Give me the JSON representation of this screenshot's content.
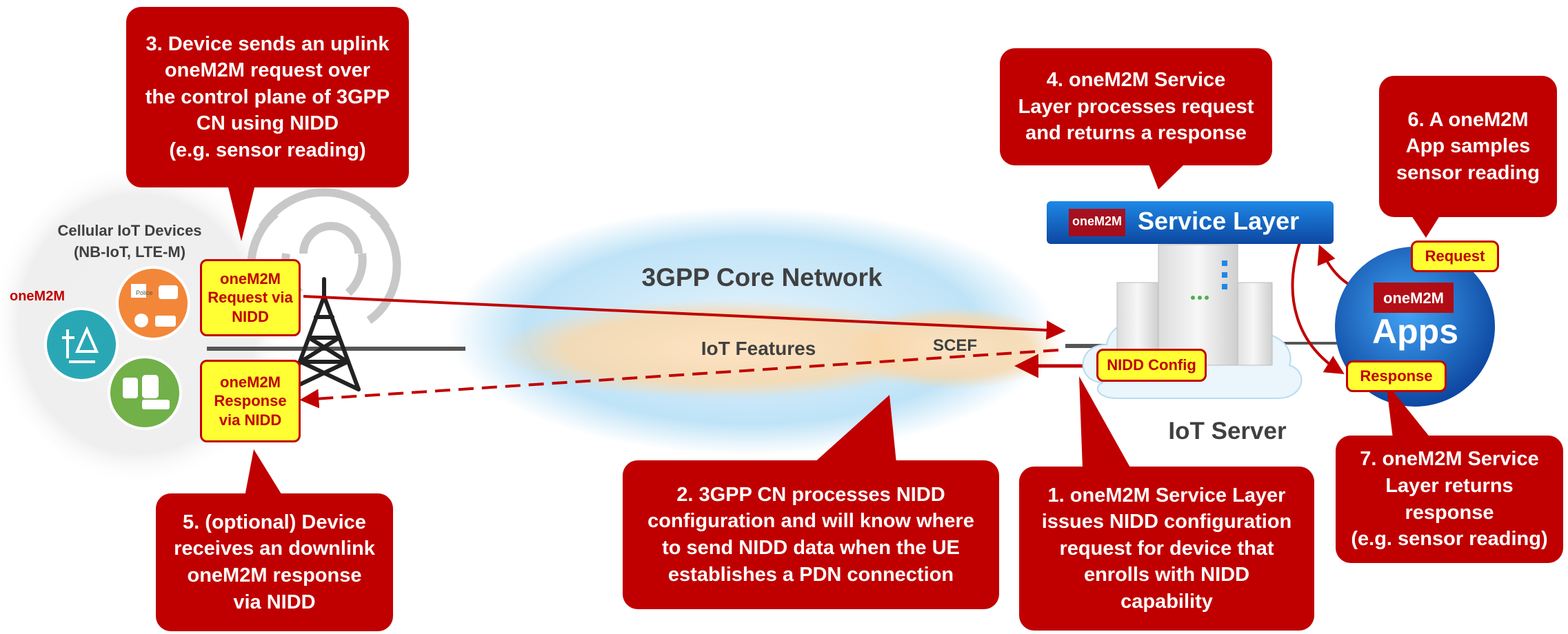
{
  "callouts": {
    "step3": "3. Device sends an uplink\noneM2M request over\nthe control plane of 3GPP\nCN using NIDD\n(e.g. sensor reading)",
    "step4": "4. oneM2M Service\nLayer processes request\nand returns a response",
    "step6": "6. A oneM2M\nApp samples\nsensor reading",
    "step5": "5. (optional) Device\nreceives an downlink\noneM2M response\nvia NIDD",
    "step2": "2. 3GPP CN processes NIDD\nconfiguration and will know where\nto send NIDD data when the UE\nestablishes a PDN connection",
    "step1": "1. oneM2M Service Layer\nissues NIDD configuration\nrequest for device that\nenrolls with NIDD\ncapability",
    "step7": "7. oneM2M Service\nLayer returns\nresponse\n(e.g. sensor reading)"
  },
  "devices": {
    "title": "Cellular IoT Devices\n(NB-IoT, LTE-M)",
    "logo_text": "oneM2M",
    "police_label": "Police"
  },
  "messages": {
    "request": "oneM2M\nRequest via\nNIDD",
    "response": "oneM2M\nResponse\nvia NIDD"
  },
  "network": {
    "core": "3GPP Core Network",
    "iot_features": "IoT Features",
    "scef": "SCEF"
  },
  "server": {
    "service_layer": "Service Layer",
    "logo_text": "oneM2M",
    "iot_server": "IoT Server",
    "nidd_config": "NIDD Config"
  },
  "apps": {
    "label": "Apps",
    "logo_text": "oneM2M",
    "request": "Request",
    "response": "Response"
  },
  "colors": {
    "callout_red": "#c00000",
    "arrow_red": "#c00000",
    "label_yellow": "#ffff33",
    "cloud_blue": "#bfe3f7",
    "feature_orange": "#fbd7a8",
    "service_blue": "#1565c0",
    "apps_blue": "#1976d2"
  }
}
